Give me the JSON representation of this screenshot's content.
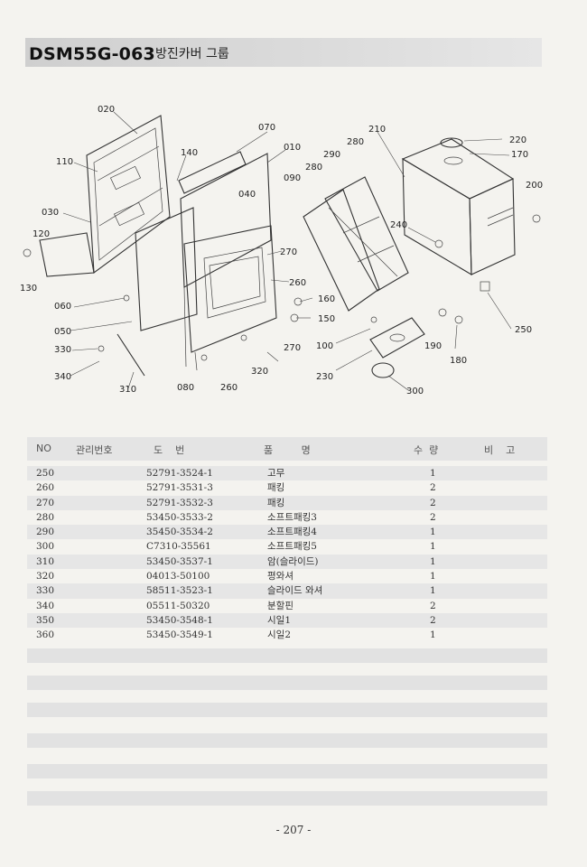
{
  "header": {
    "title": "DSM55G-063",
    "subtitle": "방진카버 그룹"
  },
  "diagram": {
    "callouts": [
      "020",
      "070",
      "010",
      "110",
      "140",
      "040",
      "090",
      "280",
      "290",
      "280",
      "210",
      "220",
      "170",
      "200",
      "030",
      "120",
      "130",
      "240",
      "270",
      "260",
      "060",
      "160",
      "150",
      "050",
      "250",
      "330",
      "100",
      "190",
      "340",
      "320",
      "270",
      "180",
      "310",
      "080",
      "260",
      "230",
      "300"
    ]
  },
  "table": {
    "headers": {
      "no": "NO",
      "mgmt": "관리번호",
      "drawing": "도    번",
      "name": "품         명",
      "qty": "수  량",
      "remark": "비    고"
    },
    "rows": [
      {
        "no": "250",
        "part": "52791-3524-1",
        "name": "고무",
        "qty": "1"
      },
      {
        "no": "260",
        "part": "52791-3531-3",
        "name": "패킹",
        "qty": "2"
      },
      {
        "no": "270",
        "part": "52791-3532-3",
        "name": "패킹",
        "qty": "2"
      },
      {
        "no": "280",
        "part": "53450-3533-2",
        "name": "소프트패킹3",
        "qty": "2"
      },
      {
        "no": "290",
        "part": "35450-3534-2",
        "name": "소프트패킹4",
        "qty": "1"
      },
      {
        "no": "300",
        "part": "C7310-35561",
        "name": "소프트패킹5",
        "qty": "1"
      },
      {
        "no": "310",
        "part": "53450-3537-1",
        "name": "암(슬라이드)",
        "qty": "1"
      },
      {
        "no": "320",
        "part": "04013-50100",
        "name": "평와셔",
        "qty": "1"
      },
      {
        "no": "330",
        "part": "58511-3523-1",
        "name": "슬라이드 와셔",
        "qty": "1"
      },
      {
        "no": "340",
        "part": "05511-50320",
        "name": "분할핀",
        "qty": "2"
      },
      {
        "no": "350",
        "part": "53450-3548-1",
        "name": "시일1",
        "qty": "2"
      },
      {
        "no": "360",
        "part": "53450-3549-1",
        "name": "시일2",
        "qty": "1"
      }
    ]
  },
  "footer": {
    "page": "- 207 -"
  }
}
